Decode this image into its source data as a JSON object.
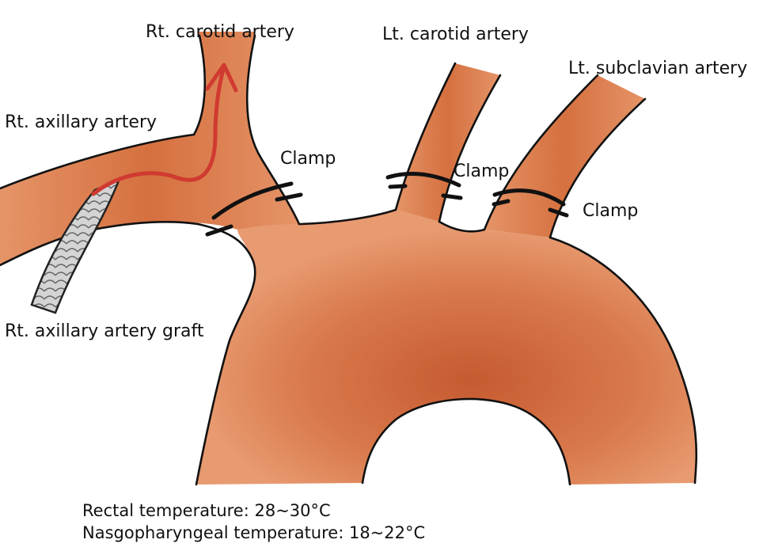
{
  "labels": {
    "rt_carotid": "Rt. carotid artery",
    "lt_carotid": "Lt. carotid artery",
    "lt_subclavian": "Lt. subclavian artery",
    "rt_axillary": "Rt. axillary artery",
    "rt_axillary_graft": "Rt. axillary artery graft",
    "clamp_1": "Clamp",
    "clamp_2": "Clamp",
    "clamp_3": "Clamp"
  },
  "temperatures": {
    "rectal": "Rectal temperature: 28~30°C",
    "nasopharyngeal": "Nasgopharyngeal temperature: 18~22°C"
  },
  "colors": {
    "vessel": "#dc7a4c",
    "vessel_dark": "#c05a32",
    "outline": "#111111",
    "flow_arrow": "#d03a30",
    "graft": "#b8b8b8"
  },
  "icons": {
    "flow_arrow": "red-arrow-icon",
    "clamp": "clamp-icon"
  }
}
